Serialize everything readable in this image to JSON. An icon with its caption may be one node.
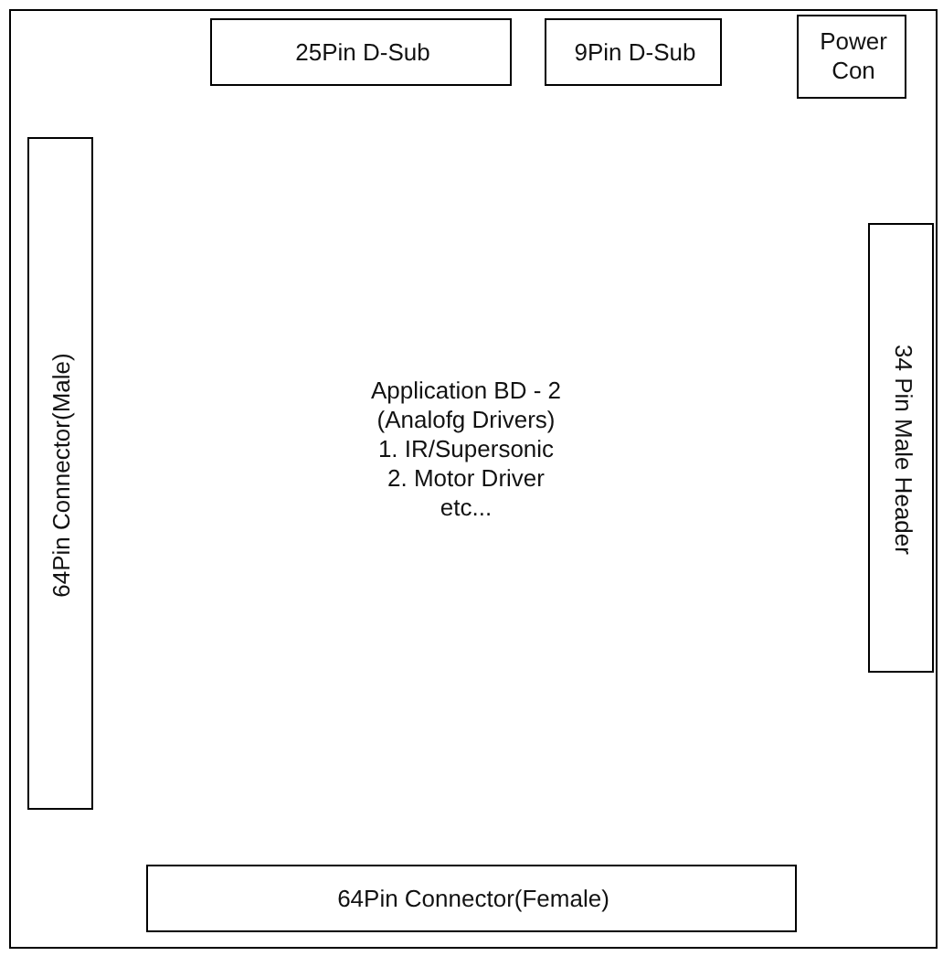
{
  "diagram": {
    "nodes": [
      {
        "text": [
          "Application BD - 2 (Analofg Drivers) 1. IR/Supersonic 2. Motor Driver etc..."
        ]
      },
      {
        "text": [
          "25Pin D-Sub"
        ],
        "in": 0
      },
      {
        "text": [
          "9Pin D-Sub"
        ],
        "in": 0
      },
      {
        "text": [
          "Power Con"
        ],
        "in": 0
      },
      {
        "text": [
          "64Pin Connector(Male)"
        ],
        "in": 0
      },
      {
        "text": [
          "34 Pin Male Header"
        ],
        "in": 0
      },
      {
        "text": [
          "64Pin Connector(Female)"
        ],
        "in": 0
      }
    ]
  }
}
